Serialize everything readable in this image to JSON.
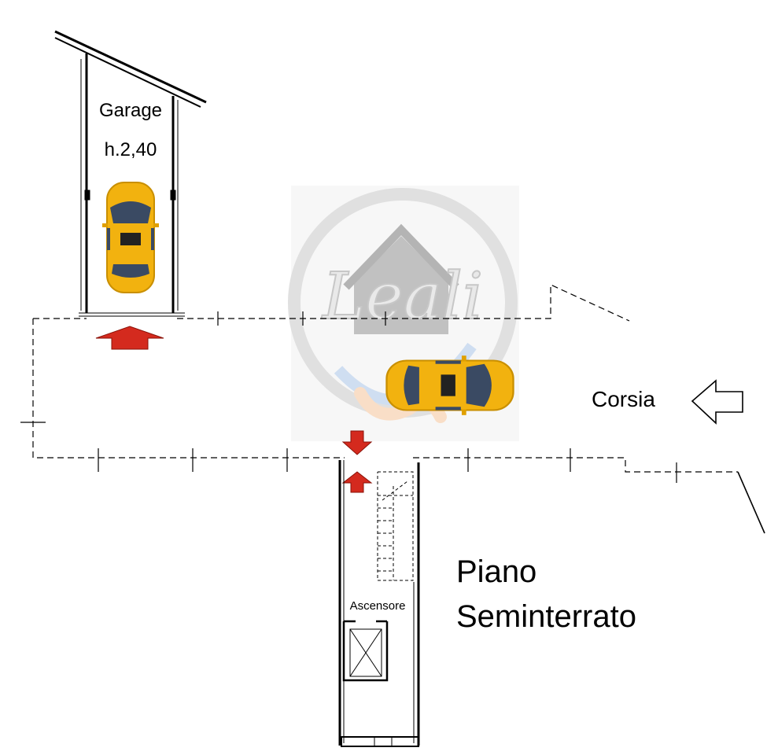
{
  "labels": {
    "garage_title": "Garage",
    "garage_height": "h.2,40",
    "corsia": "Corsia",
    "floor_line1": "Piano",
    "floor_line2": "Seminterrato",
    "elevator": "Ascensore"
  },
  "watermark": {
    "text": "Leali"
  },
  "colors": {
    "walls": "#000000",
    "arrow_red": "#d42a1e",
    "car_yellow": "#f2b20f",
    "watermark_gray": "#9a9a9a"
  },
  "icons": [
    "car-icon",
    "arrow-up-icon",
    "arrow-down-icon",
    "arrow-left-outline-icon",
    "elevator-shaft-icon",
    "stairs-icon"
  ]
}
